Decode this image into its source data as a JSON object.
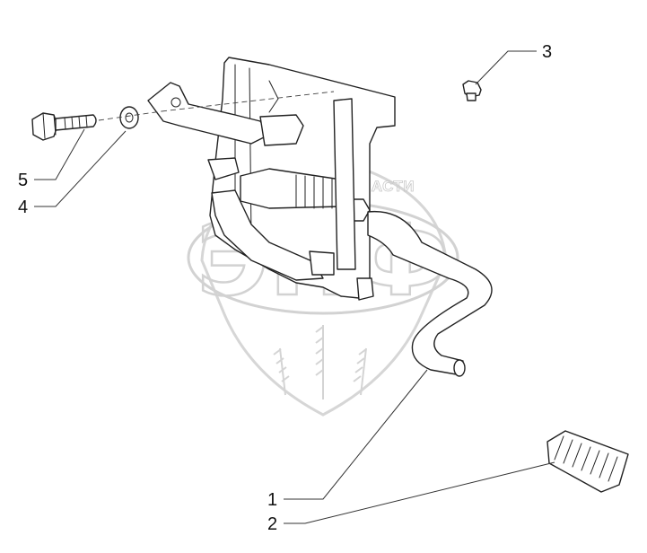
{
  "watermark": {
    "brand_text": "ТЕХНИКА И ЗАПЧАСТИ",
    "letters": "ЭПФ"
  },
  "callouts": [
    {
      "id": "1",
      "label": "1"
    },
    {
      "id": "2",
      "label": "2"
    },
    {
      "id": "3",
      "label": "3"
    },
    {
      "id": "4",
      "label": "4"
    },
    {
      "id": "5",
      "label": "5"
    }
  ],
  "colors": {
    "line": "#222222",
    "watermark": "#d0d0d0",
    "background": "#ffffff"
  }
}
